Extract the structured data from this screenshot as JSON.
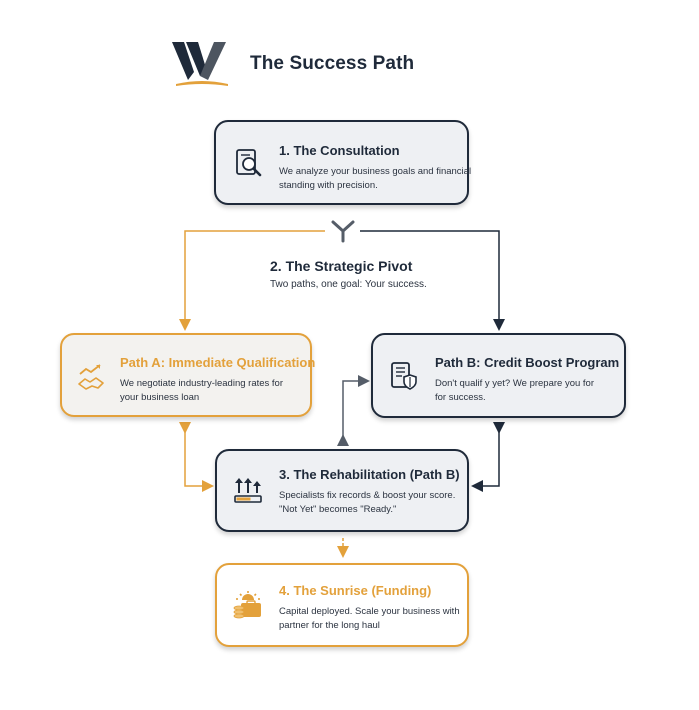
{
  "header": {
    "title": "The Success Path",
    "logo_letter": "W"
  },
  "colors": {
    "navy": "#1f2a3a",
    "gold": "#e3a13b",
    "card_gray": "#eef0f3"
  },
  "steps": {
    "consultation": {
      "title": "1. The Consultation",
      "desc_line1": "We analyze your business goals and financial",
      "desc_line2": "standing with precision.",
      "icon": "magnifier-document-icon"
    },
    "pivot": {
      "title": "2. The Strategic Pivot",
      "subtitle": "Two paths, one goal: Your success.",
      "icon": "fork-icon"
    },
    "path_a": {
      "title": "Path A: Immediate Qualification",
      "desc_line1": "We negotiate industry-leading rates for",
      "desc_line2": "your business loan",
      "icon": "handshake-growth-icon"
    },
    "path_b": {
      "title": "Path B: Credit Boost Program",
      "desc_line1": "Don't qualif y yet? We prepare you for",
      "desc_line2": "for success.",
      "icon": "document-shield-icon"
    },
    "rehabilitation": {
      "title": "3. The Rehabilitation (Path B)",
      "desc_line1": "Specialists fix records & boost your score.",
      "desc_line2": "\"Not Yet\" becomes \"Ready.\"",
      "icon": "score-up-icon"
    },
    "sunrise": {
      "title": "4. The Sunrise (Funding)",
      "desc_line1": "Capital deployed. Scale your business with",
      "desc_line2": "partner for the long haul",
      "icon": "sunrise-briefcase-icon"
    }
  }
}
